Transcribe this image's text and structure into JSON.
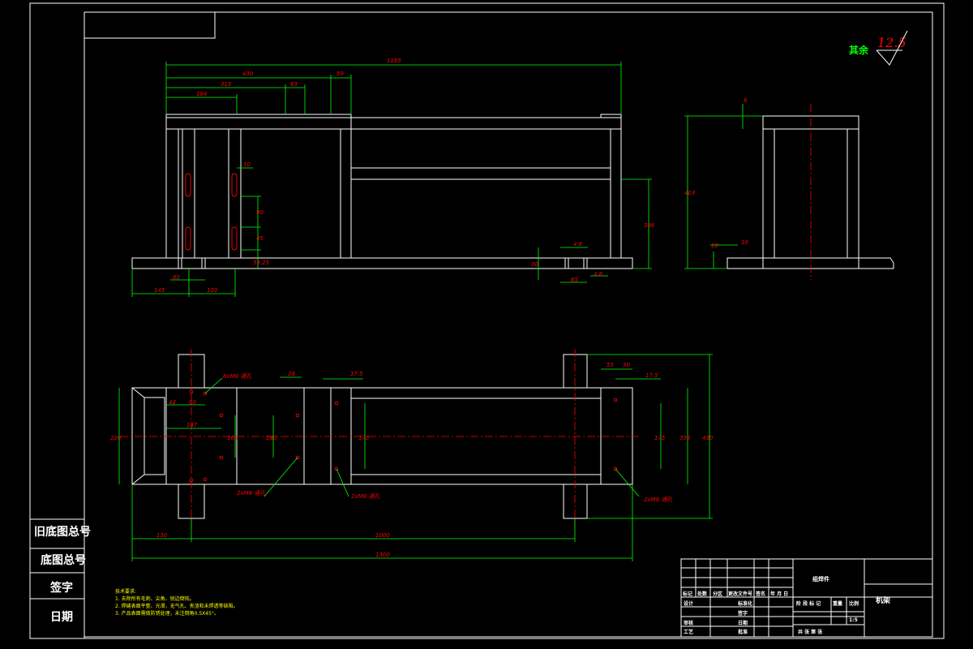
{
  "drawing": {
    "roughness_label": "其余",
    "roughness_value": "12.5",
    "side_labels": [
      "旧底图总号",
      "底图总号",
      "签字",
      "日期"
    ],
    "front_view_dims": {
      "overall": "1165",
      "d430": "430",
      "d315": "315",
      "d63": "63",
      "d59": "59",
      "d184": "184",
      "d10": "10",
      "d90": "90",
      "d45": "45",
      "d5925": "59.25",
      "d336": "336",
      "d30": "30",
      "d4_8a": "4.8",
      "d65": "65",
      "d4_8b": "4.8",
      "d145": "145",
      "d120": "120",
      "d60": "60"
    },
    "side_view_dims": {
      "d403": "403",
      "d8": "8",
      "d10a": "10",
      "d10b": "10"
    },
    "plan_view_dims": {
      "d220": "220",
      "d42": "42",
      "d60": "60",
      "d147": "147",
      "d160": "160",
      "d180": "180",
      "d28": "28",
      "d17_5a": "17.5",
      "d175a": "175",
      "d55": "55",
      "d30": "30",
      "d17_5b": "17.5",
      "d175b": "175",
      "d352": "352",
      "d430": "430",
      "d150": "150",
      "d1000": "1000",
      "d1300": "1300",
      "note_top": "6xM8 通孔",
      "note_1": "2xM8 通孔",
      "note_2": "2xM8 通孔",
      "note_3": "2xM8 通孔"
    },
    "tech_requirements": {
      "title": "技术要求:",
      "items": [
        "1. 去除所有毛刺、尖角、锐边倒钝。",
        "2. 焊缝表面平整、光滑，无气孔、夹渣和未焊透等缺陷。",
        "3. 产品表面需做防锈处理，未注倒角0.5X45°。"
      ]
    },
    "title_block": {
      "assembly_label": "组焊件",
      "part_name": "机架",
      "row_labels": [
        "标记",
        "处数",
        "分区",
        "更改文件号",
        "签名",
        "年 月 日"
      ],
      "design": "设计",
      "std": "标准化",
      "review": "审核",
      "process": "工艺",
      "approve": "批准",
      "stage_labels": [
        "阶 段 标 记",
        "重量",
        "比例"
      ],
      "scale": "1:5",
      "sheets": "共   张   第   张",
      "date_col": "日期",
      "sign_col": "签字"
    }
  }
}
